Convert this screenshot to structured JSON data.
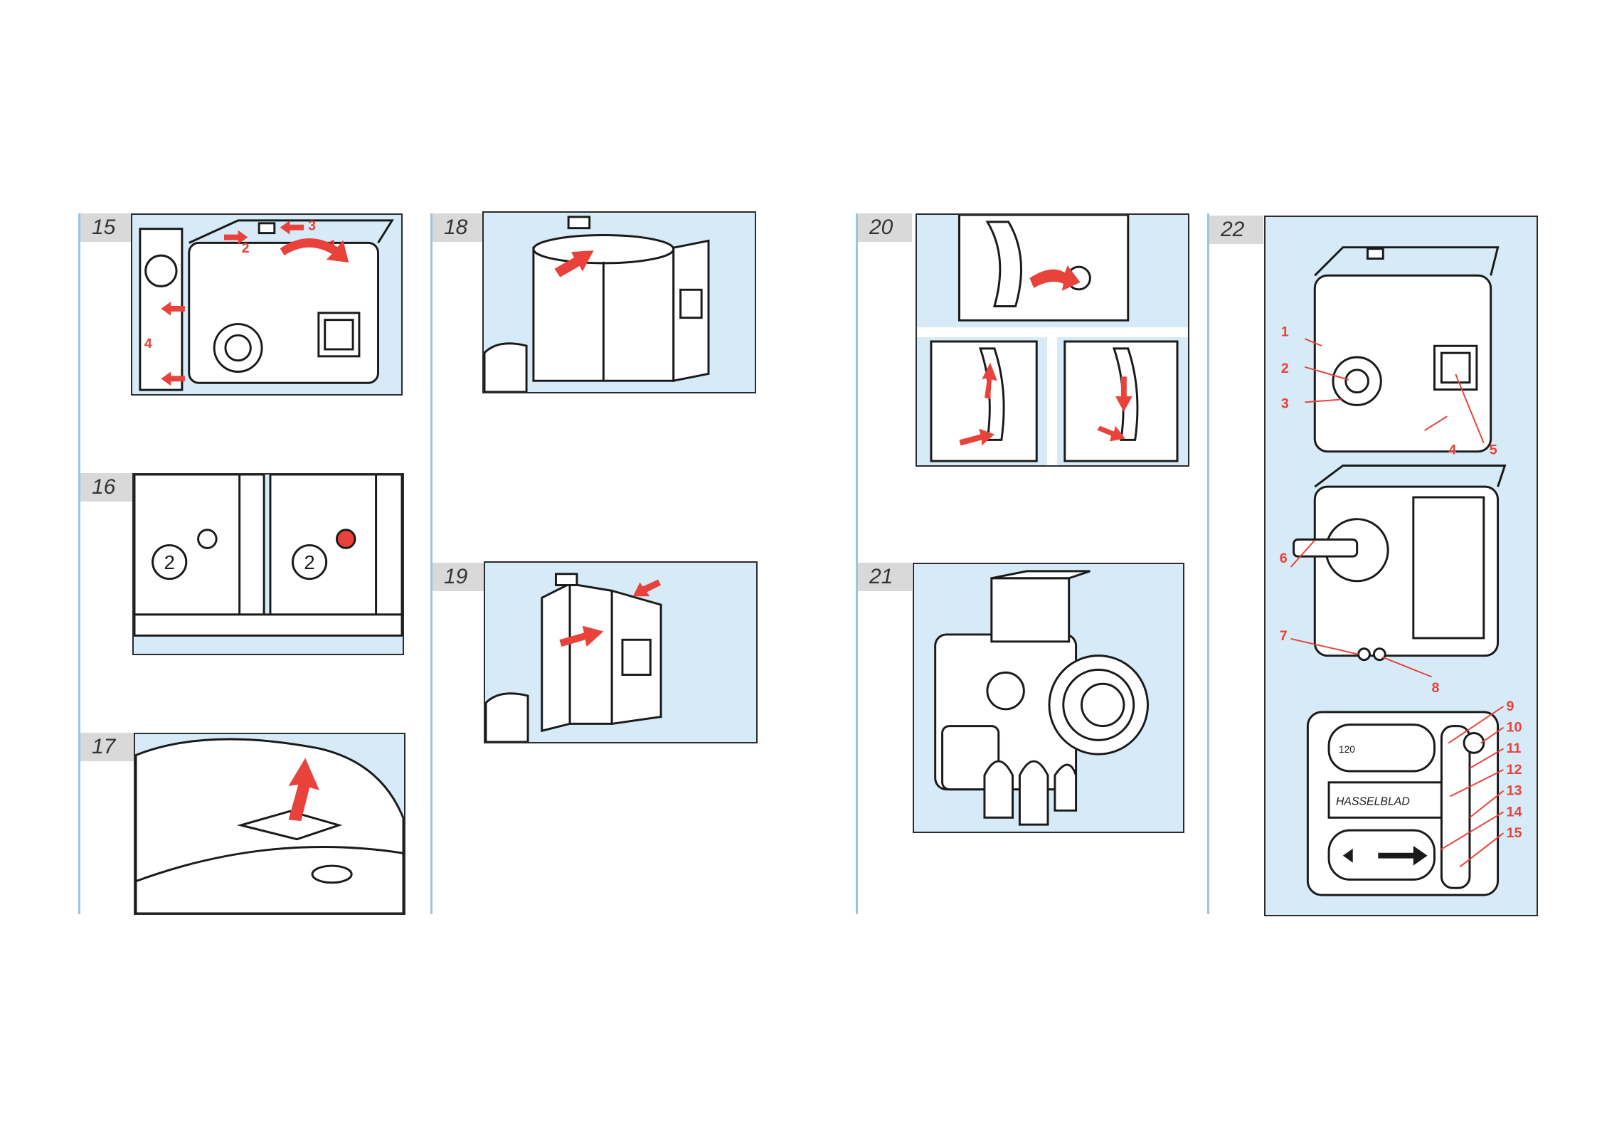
{
  "page": {
    "figures": [
      {
        "id": "15",
        "label": "15"
      },
      {
        "id": "16",
        "label": "16"
      },
      {
        "id": "17",
        "label": "17"
      },
      {
        "id": "18",
        "label": "18"
      },
      {
        "id": "19",
        "label": "19"
      },
      {
        "id": "20",
        "label": "20"
      },
      {
        "id": "21",
        "label": "21"
      },
      {
        "id": "22",
        "label": "22"
      }
    ],
    "fig15_callouts": [
      "1",
      "2",
      "3",
      "4"
    ],
    "fig16_badges": [
      "2",
      "2"
    ],
    "fig22_callouts": [
      "1",
      "2",
      "3",
      "4",
      "5",
      "6",
      "7",
      "8",
      "9",
      "10",
      "11",
      "12",
      "13",
      "14",
      "15"
    ],
    "fig22_brand": "HASSELBLAD",
    "fig22_film": "120",
    "colors": {
      "panel_bg": "#d6ebf7",
      "accent_red": "#e8423a",
      "rule_blue": "#9cc3e0",
      "fig_label_bg": "#d9d9d9"
    }
  }
}
